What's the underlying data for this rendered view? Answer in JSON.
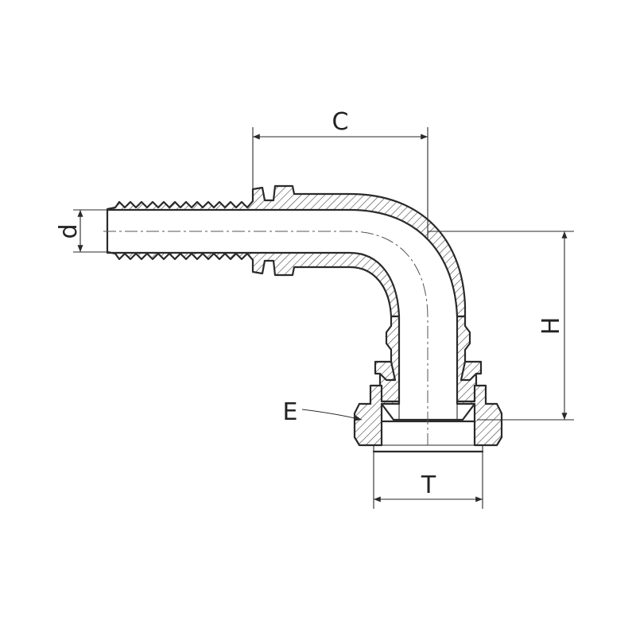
{
  "labels": {
    "c": "C",
    "d": "d",
    "h": "H",
    "e": "E",
    "t": "T"
  }
}
